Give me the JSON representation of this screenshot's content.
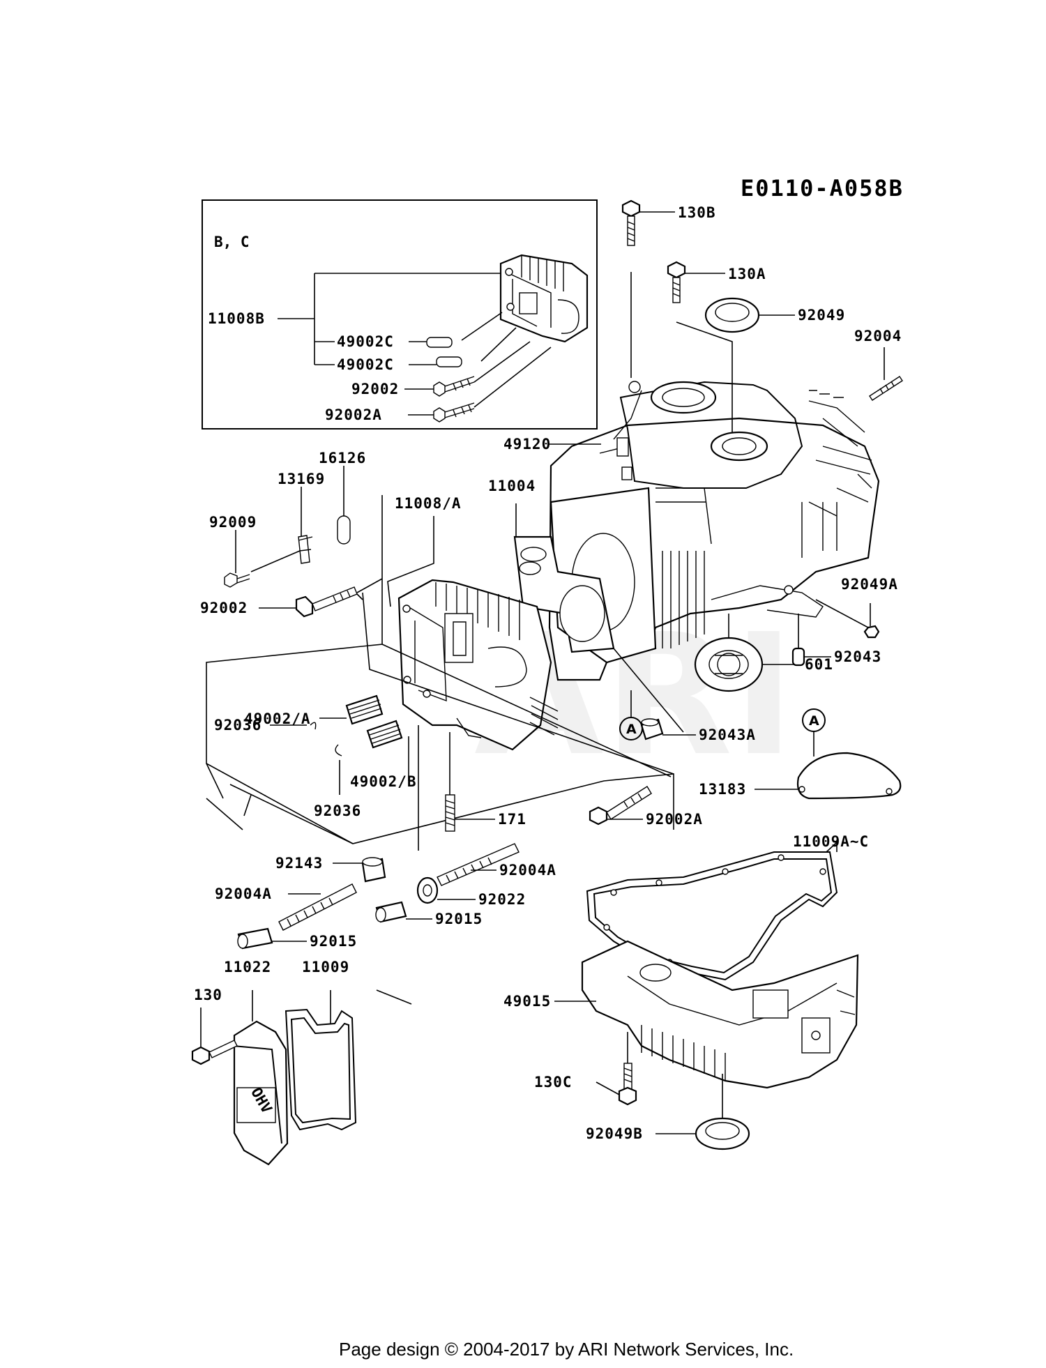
{
  "diagram_code": "E0110-A058B",
  "group_box": {
    "label": "B, C"
  },
  "watermark": "ARI",
  "callout_letter": "A",
  "ohv_text": "OHV",
  "labels": {
    "p11008B": "11008B",
    "p49002C_1": "49002C",
    "p49002C_2": "49002C",
    "p92002_box": "92002",
    "p92002A_box": "92002A",
    "p130B": "130B",
    "p130A": "130A",
    "p92049": "92049",
    "p92004": "92004",
    "p49120": "49120",
    "p16126": "16126",
    "p13169": "13169",
    "p11008A": "11008/A",
    "p11004": "11004",
    "p92009": "92009",
    "p92002": "92002",
    "p92049A": "92049A",
    "p92043": "92043",
    "p601": "601",
    "p49002A": "49002/A",
    "p92036_1": "92036",
    "p92036_2": "92036",
    "p49002B": "49002/B",
    "p92043A": "92043A",
    "p13183": "13183",
    "p171": "171",
    "p92002A": "92002A",
    "p11009A": "11009A~C",
    "p92143": "92143",
    "p92004A_1": "92004A",
    "p92004A_2": "92004A",
    "p92022": "92022",
    "p92015_1": "92015",
    "p92015_2": "92015",
    "p11022": "11022",
    "p11009": "11009",
    "p130": "130",
    "p49015": "49015",
    "p130C": "130C",
    "p92049B": "92049B"
  },
  "footer": "Page design © 2004-2017 by ARI Network Services, Inc."
}
